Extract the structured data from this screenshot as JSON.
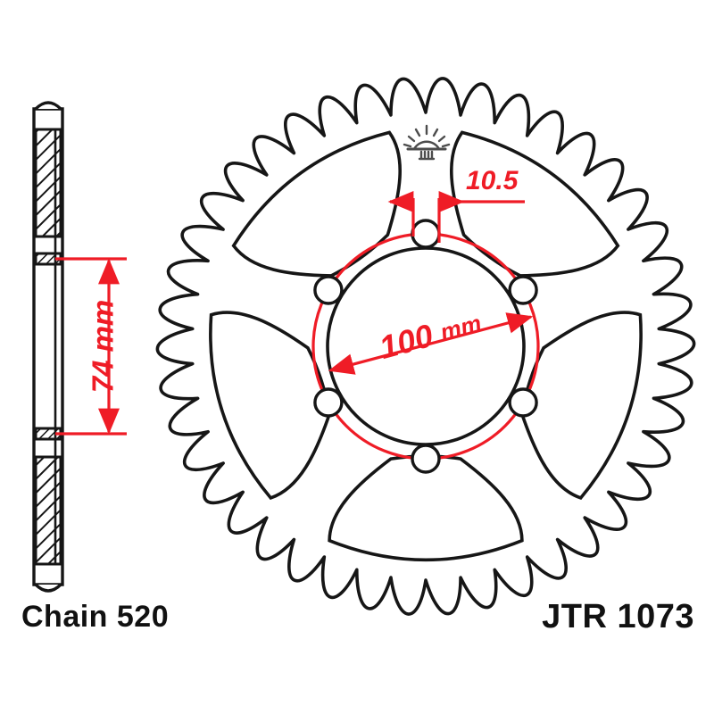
{
  "drawing": {
    "type": "technical-drawing",
    "subject": "motorcycle rear sprocket",
    "line_color": "#161616",
    "dimension_color": "#ef1c26",
    "background": "#ffffff"
  },
  "labels": {
    "chain": "Chain 520",
    "part_number": "JTR 1073"
  },
  "dimensions": {
    "thickness_stack": {
      "value": "74 mm",
      "orientation": "vertical",
      "color": "#ef1c26"
    },
    "bolt_circle": {
      "value": "100 mm",
      "orientation": "diagonal",
      "color": "#ef1c26"
    },
    "bolt_hole": {
      "value": "10.5",
      "orientation": "horizontal",
      "color": "#ef1c26"
    }
  },
  "views": {
    "side_view": {
      "name": "side-profile-section",
      "description": "hatched cross-section profile"
    },
    "front_view": {
      "name": "sprocket-face",
      "teeth_count": 42,
      "bolt_holes": 6,
      "spokes": 5,
      "center_bore": true
    }
  },
  "icons": {
    "sunburst": "sunrise-icon"
  }
}
